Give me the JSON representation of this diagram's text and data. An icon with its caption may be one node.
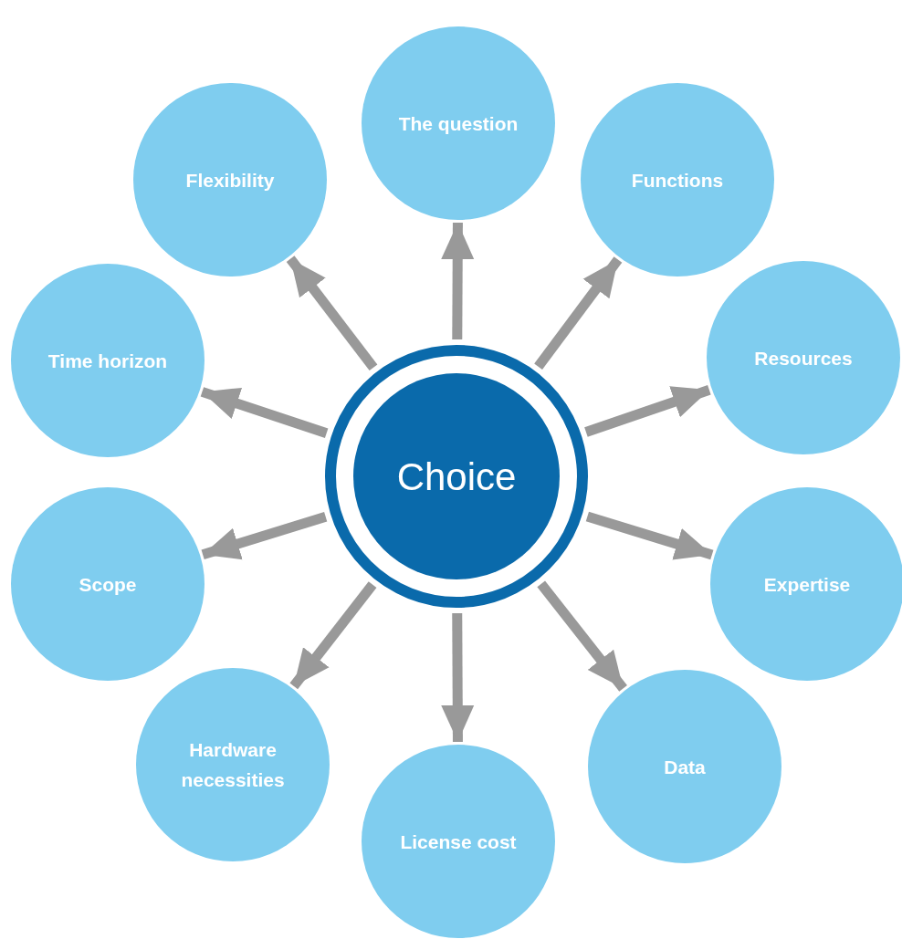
{
  "diagram": {
    "nodes": [
      {
        "text": [
          "Choice"
        ]
      },
      {
        "text": [
          "The question"
        ]
      },
      {
        "text": [
          "Functions"
        ]
      },
      {
        "text": [
          "Resources"
        ]
      },
      {
        "text": [
          "Expertise"
        ]
      },
      {
        "text": [
          "Data"
        ]
      },
      {
        "text": [
          "License cost"
        ]
      },
      {
        "text": [
          "Hardware necessities"
        ]
      },
      {
        "text": [
          "Scope"
        ]
      },
      {
        "text": [
          "Time horizon"
        ]
      },
      {
        "text": [
          "Flexibility"
        ]
      }
    ],
    "edges": [
      {
        "from": 0,
        "to": 1,
        "arrow": "to"
      },
      {
        "from": 0,
        "to": 2,
        "arrow": "to"
      },
      {
        "from": 0,
        "to": 3,
        "arrow": "to"
      },
      {
        "from": 0,
        "to": 4,
        "arrow": "to"
      },
      {
        "from": 0,
        "to": 5,
        "arrow": "to"
      },
      {
        "from": 0,
        "to": 6,
        "arrow": "to"
      },
      {
        "from": 0,
        "to": 7,
        "arrow": "to"
      },
      {
        "from": 0,
        "to": 8,
        "arrow": "to"
      },
      {
        "from": 0,
        "to": 9,
        "arrow": "to"
      },
      {
        "from": 0,
        "to": 10,
        "arrow": "to"
      }
    ]
  }
}
